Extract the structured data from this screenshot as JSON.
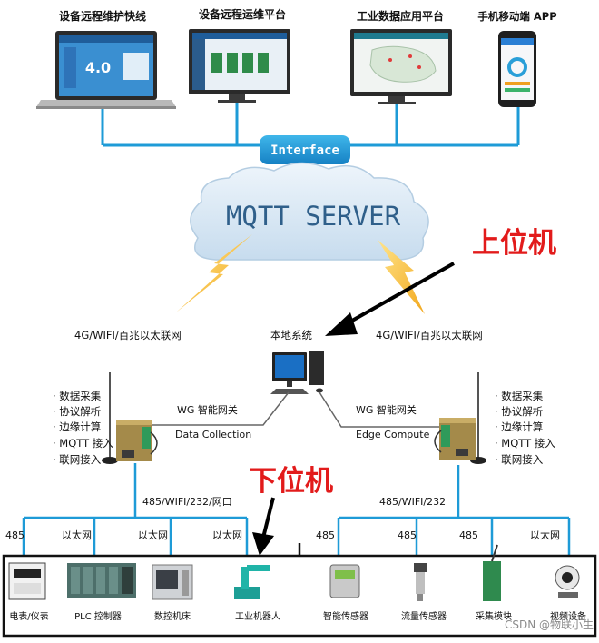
{
  "top_platforms": [
    {
      "label": "设备远程维护快线"
    },
    {
      "label": "设备远程运维平台"
    },
    {
      "label": "工业数据应用平台"
    },
    {
      "label": "手机移动端 APP"
    }
  ],
  "screen_texts": {
    "laptop_big_number": "4.0"
  },
  "interface_label": "Interface",
  "cloud_label": "MQTT SERVER",
  "upper_label": "上位机",
  "lower_label": "下位机",
  "local_system_label": "本地系统",
  "network_left": "4G/WIFI/百兆以太联网",
  "network_right": "4G/WIFI/百兆以太联网",
  "gateway_left": {
    "name": "WG 智能网关",
    "role": "Data Collection"
  },
  "gateway_right": {
    "name": "WG 智能网关",
    "role": "Edge Compute"
  },
  "features_left": [
    "· 数据采集",
    "· 协议解析",
    "· 边缘计算",
    "· MQTT 接入",
    "· 联网接入"
  ],
  "features_right": [
    "· 数据采集",
    "· 协议解析",
    "· 边缘计算",
    "· MQTT 接入",
    "· 联网接入"
  ],
  "bus_left": "485/WIFI/232/网口",
  "bus_right": "485/WIFI/232",
  "link_labels_left": [
    "485",
    "以太网",
    "以太网",
    "以太网"
  ],
  "link_labels_right": [
    "485",
    "485",
    "485",
    "以太网"
  ],
  "devices": [
    {
      "label": "电表/仪表"
    },
    {
      "label": "PLC 控制器"
    },
    {
      "label": "数控机床"
    },
    {
      "label": "工业机器人"
    },
    {
      "label": "智能传感器"
    },
    {
      "label": "流量传感器"
    },
    {
      "label": "采集模块"
    },
    {
      "label": "视频设备"
    }
  ],
  "watermark": "CSDN @物联小生",
  "colors": {
    "line": "#1e9bd7",
    "accent_red": "#e21b1b",
    "cloud": "#d6e6f3",
    "bolt": "#f2b631"
  }
}
